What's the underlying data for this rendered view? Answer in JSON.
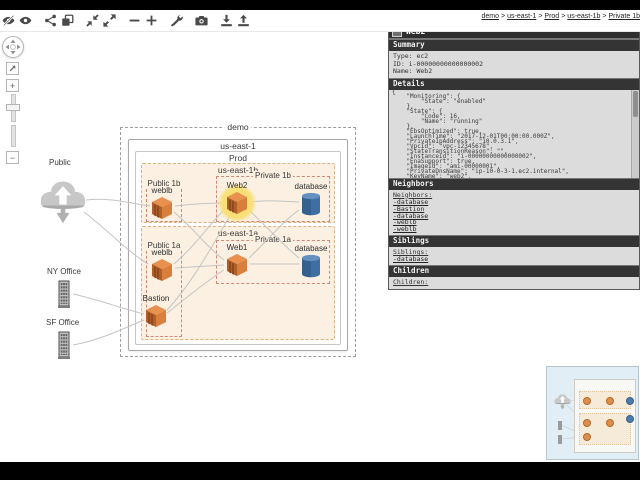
{
  "colors": {
    "accent_orange": "#dd7f3c",
    "database_blue": "#3e6fa4",
    "selection_yellow": "#f8df76",
    "az_background": "#fbf0e2",
    "subnet_border": "#cd8a79",
    "panel_header_bg": "#343434",
    "panel_body_bg": "#dcdcdc",
    "edge_gray": "#c4c4c4"
  },
  "toolbar": {
    "icons": [
      "visibility-off",
      "visibility",
      "share",
      "clone",
      "compress",
      "expand",
      "zoom-out",
      "zoom-in",
      "tools",
      "camera",
      "download",
      "upload"
    ]
  },
  "breadcrumb": {
    "sep": ">",
    "items": [
      "demo",
      "us-east-1",
      "Prod",
      "us-east-1b",
      "Private 1b"
    ]
  },
  "diagram": {
    "demo_label": "demo",
    "region_label": "us-east-1",
    "vpc_label": "Prod",
    "az1_label": "us-east-1b",
    "az2_label": "us-east-1a",
    "subnets": {
      "public1b": "Public 1b",
      "private1b": "Private 1b",
      "public1a": "Public 1a",
      "private1a": "Private 1a"
    },
    "nodes": {
      "weblb1b": "weblb",
      "web2": "Web2",
      "database1b": "database",
      "weblb1a": "weblb",
      "web1": "Web1",
      "database1a": "database",
      "bastion": "Bastion"
    },
    "external": {
      "public_cloud": "Public",
      "ny_office": "NY Office",
      "sf_office": "SF Office"
    }
  },
  "panel": {
    "title": "Web2",
    "summary": {
      "header": "Summary",
      "type_line": "Type: ec2",
      "id_line": "ID: i-00000000000000002",
      "name_line": "Name: Web2"
    },
    "details": {
      "header": "Details",
      "json_lines": [
        "{",
        "    \"Monitoring\": {",
        "        \"State\": \"enabled\"",
        "    },",
        "    \"State\": {",
        "        \"Code\": 16,",
        "        \"Name\": \"running\"",
        "    },",
        "    \"EbsOptimized\": true,",
        "    \"LaunchTime\": \"2017-12-01T00:00:00.000Z\",",
        "    \"PrivateIpAddress\": \"10.0.3.1\",",
        "    \"VpcId\": \"vpc-12345678\",",
        "    \"StateTransitionReason\": \"\",",
        "    \"InstanceId\": \"i-00000000000000002\",",
        "    \"EnaSupport\": true,",
        "    \"ImageId\": \"ami-00000001\",",
        "    \"PrivateDnsName\": \"ip-10-0-3-1.ec2.internal\",",
        "    \"KeyName\": \"web2\","
      ]
    },
    "neighbors": {
      "header": "Neighbors",
      "label": "Neighbors:",
      "links": [
        "-database",
        "-Bastion",
        "-database",
        "-weblb",
        "-weblb"
      ]
    },
    "siblings": {
      "header": "Siblings",
      "label": "Siblings:",
      "links": [
        "-database"
      ]
    },
    "children": {
      "header": "Children",
      "label": "Children:",
      "links": []
    }
  }
}
